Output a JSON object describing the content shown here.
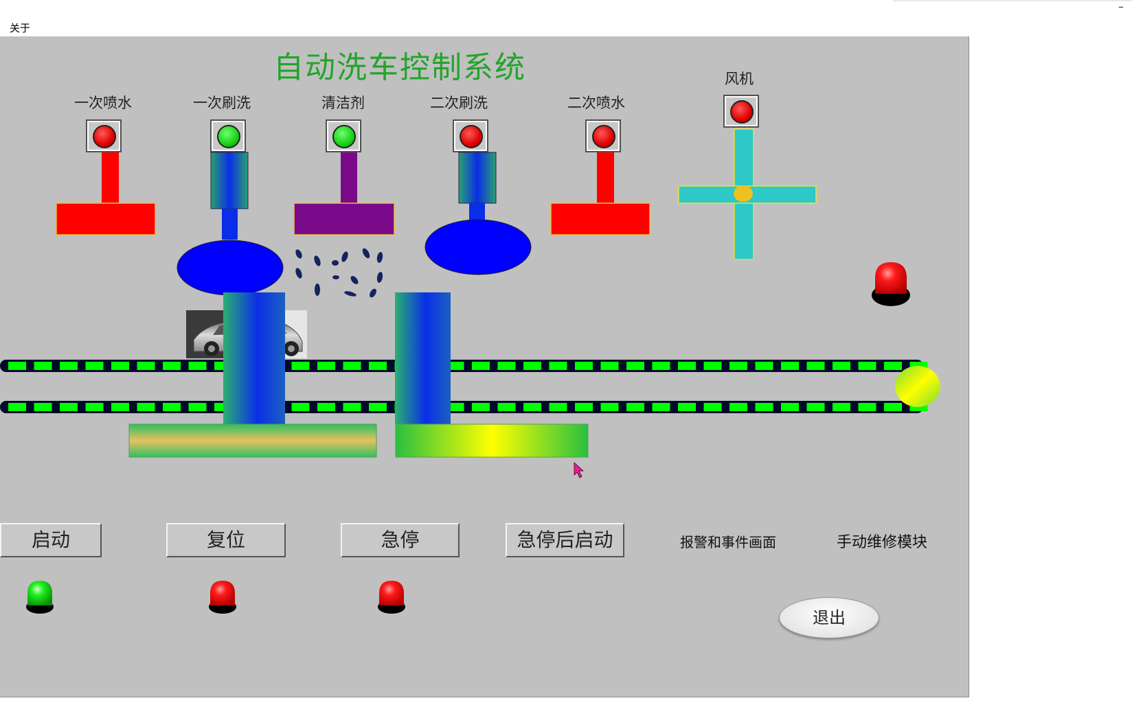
{
  "menu": {
    "about": "关于"
  },
  "window": {
    "minimize_glyph": "–"
  },
  "title": "自动洗车控制系统",
  "stations": [
    {
      "label": "一次喷水",
      "lamp": "red"
    },
    {
      "label": "一次刷洗",
      "lamp": "green"
    },
    {
      "label": "清洁剂",
      "lamp": "green"
    },
    {
      "label": "二次刷洗",
      "lamp": "red"
    },
    {
      "label": "二次喷水",
      "lamp": "red"
    },
    {
      "label": "风机",
      "lamp": "red"
    }
  ],
  "buttons": {
    "start": "启动",
    "reset": "复位",
    "estop": "急停",
    "restart_after_estop": "急停后启动"
  },
  "links": {
    "alarm_events": "报警和事件画面",
    "manual_maintenance": "手动维修模块"
  },
  "exit": "退出",
  "indicators": {
    "start": "green",
    "reset": "red",
    "estop": "red",
    "alarm": "red"
  },
  "colors": {
    "title": "#22a42a",
    "panel": "#c0c0c0",
    "belt": "#00ff00",
    "brush": "#0000ff"
  }
}
